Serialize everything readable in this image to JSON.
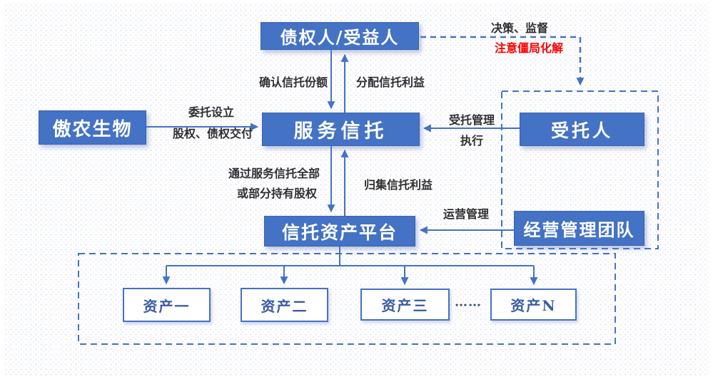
{
  "nodes": {
    "creditor": "债权人/受益人",
    "aonong": "傲农生物",
    "service_trust": "服务信托",
    "trustee": "受托人",
    "mgmt_team": "经营管理团队",
    "asset_platform": "信托资产平台",
    "asset_1": "资产一",
    "asset_2": "资产二",
    "asset_3": "资产三",
    "asset_n": "资产N",
    "ellipsis": "……"
  },
  "edge_labels": {
    "confirm_trust_share": "确认信托份额",
    "distribute_trust_benefit": "分配信托利益",
    "entrust_setup": "委托设立",
    "equity_debt_delivery": "股权、债权交付",
    "entrusted_management": "受托管理",
    "execution": "执行",
    "via_service_trust_all": "通过服务信托全部",
    "or_partial_hold_equity": "或部分持有股权",
    "collect_trust_benefit": "归集信托利益",
    "operation_management": "运营管理",
    "decision_supervision": "决策、监督",
    "deadlock_note": "注意僵局化解"
  },
  "colors": {
    "node_fill": "#4472C4",
    "node_text": "#FFFFFF",
    "connector": "#4472C4",
    "label_text": "#2F2F2F",
    "warning_text": "#FF0000",
    "asset_box_fill": "#FFFFFF",
    "asset_box_border": "#4472C4",
    "asset_box_text": "#3B5BA5"
  }
}
